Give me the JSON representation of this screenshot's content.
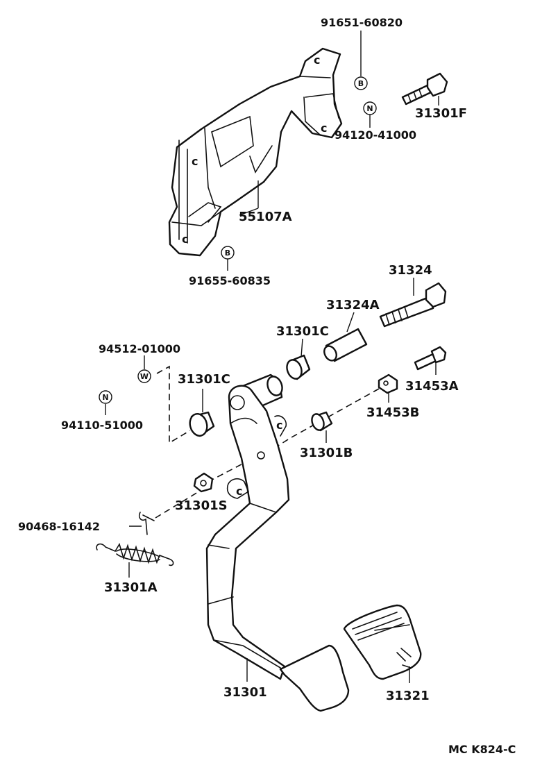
{
  "diagram_code": "MC K824-C",
  "symbols": {
    "bolt": "B",
    "nut": "N",
    "washer": "W"
  },
  "parts": {
    "p91651": "91651-60820",
    "p31301F": "31301F",
    "p94120": "94120-41000",
    "p55107A": "55107A",
    "p91655": "91655-60835",
    "p31324": "31324",
    "p31324A": "31324A",
    "p31301C_top": "31301C",
    "p94512": "94512-01000",
    "p31301C_left": "31301C",
    "p31453A": "31453A",
    "p31453B": "31453B",
    "p94110": "94110-51000",
    "p31301B": "31301B",
    "p31301S": "31301S",
    "p90468": "90468-16142",
    "p31301A": "31301A",
    "p31301": "31301",
    "p31321": "31321"
  }
}
